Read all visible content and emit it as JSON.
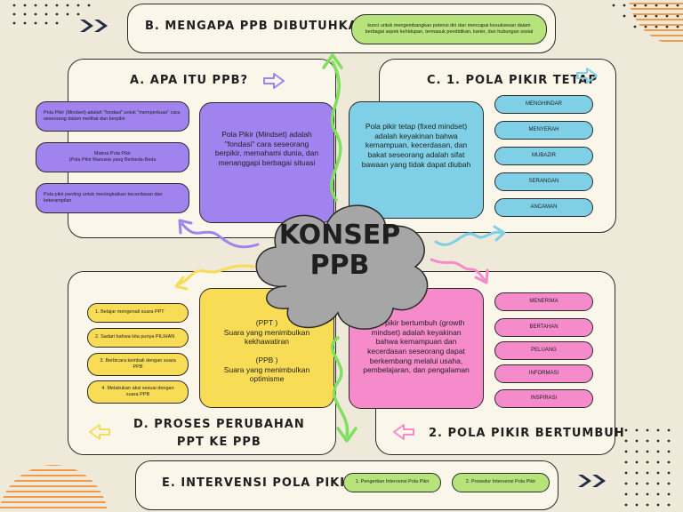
{
  "section_b": {
    "title": "B. MENGAPA PPB DIBUTUHKAN?",
    "note": "kunci untuk mengembangkan potensi diri dan mencapai kesuksesan dalam berbagai aspek kehidupan, termasuk pendidikan, karier, dan hubungan sosial"
  },
  "section_a": {
    "title": "A. APA ITU PPB?",
    "items": [
      "Pola Pikir (Mindset) adalah \"fondasi\" untuk \"memperkuas\" cara seseorang dalam melihat dan berpikir",
      "Makna Pola Pikir\n(Pola Pikir Manusia yang Berbeda-Beda",
      "Pola pikir penting untuk meningkatkan kecerdasan dan keterampilan"
    ],
    "box": "Pola Pikir (Mindset) adalah \"fondasi\" cara seseorang berpikir, memahami dunia, dan menanggapi berbagai situasi"
  },
  "section_c": {
    "title": "C. 1. POLA PIKIR TETAP",
    "box": "Pola pikir tetap (fixed mindset) adalah keyakinan bahwa kemampuan, kecerdasan, dan bakat seseorang adalah sifat bawaan yang tidak dapat diubah",
    "items": [
      "MENGHINDAR",
      "MENYERAH",
      "MUBAZIR",
      "SERANGAN",
      "ANCAMAN"
    ]
  },
  "center": {
    "line1": "KONSEP",
    "line2": "PPB"
  },
  "section_d": {
    "title_line1": "D. PROSES PERUBAHAN",
    "title_line2": "PPT KE PPB",
    "box_line1": "(PPT )",
    "box_line2": "Suara yang menimbulkan kekhawatiran",
    "box_line3": "(PPB )",
    "box_line4": "Suara yang menimbulkan optimisme",
    "items": [
      "1. Belajar mengenali suara PPT",
      "2. Sadari bahwa kita punya PILIHAN",
      "3. Berbicara kembali dengan suara PPB",
      "4. Melakukan aksi sesuai dengan suara PPB"
    ]
  },
  "section_2": {
    "title": "2. POLA PIKIR BERTUMBUH",
    "box": "Pola pikir bertumbuh (growth mindset) adalah keyakinan bahwa kemampuan dan kecerdasan seseorang dapat berkembang melalui usaha, pembelajaran, dan pengalaman",
    "items": [
      "MENERIMA",
      "BERTAHAN",
      "PELUANG",
      "INFORMASI",
      "INSPIRASI"
    ]
  },
  "section_e": {
    "title": "E. INTERVENSI POLA PIKIR",
    "items": [
      "1. Pengertian Intervensi Pola Pikir",
      "2. Prosedur Intervensi Pola Pikir"
    ]
  },
  "colors": {
    "purple": "#a083ee",
    "blue": "#7fd0e6",
    "yellow": "#f8dc56",
    "pink": "#f58bcb",
    "green": "#b6e37a",
    "cloud": "#a6a6a6",
    "orange": "#f29a4c",
    "navy": "#222a46"
  }
}
